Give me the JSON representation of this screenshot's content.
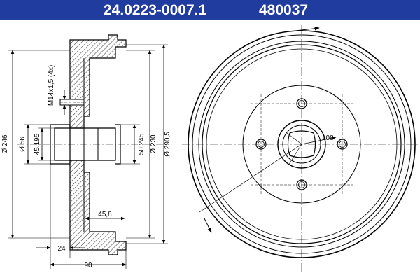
{
  "header": {
    "part_number": "24.0223-0007.1",
    "reference_number": "480037"
  },
  "dimensions": {
    "overall_diameter": "Ø 246",
    "hub_bore": "Ø 56",
    "centering_diameter": "45,195",
    "thread": "M14x1,5 (4x)",
    "flange_depth": "50,245",
    "inner_diameter": "Ø 230",
    "outer_diameter": "Ø 290,5",
    "drum_depth": "45,8",
    "flange_width": "24",
    "total_width": "90",
    "bolt_circle": "108"
  },
  "colors": {
    "header_background": "#1f3c9e",
    "header_text": "#ffffff",
    "line": "#000000"
  }
}
